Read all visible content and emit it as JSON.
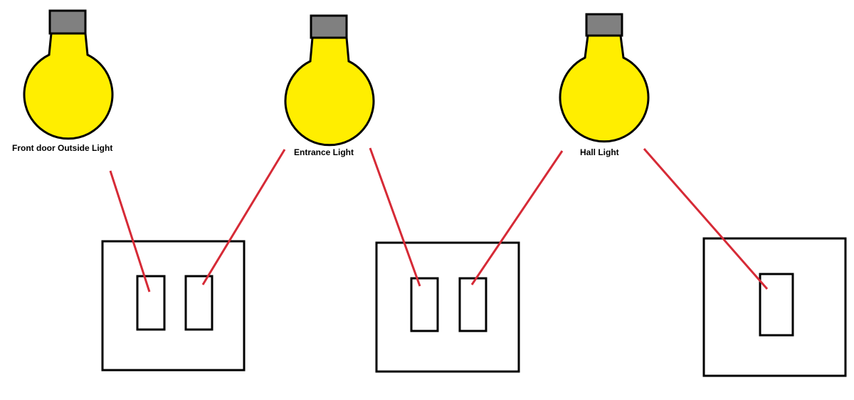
{
  "lights": [
    {
      "label": "Front door Outside Light"
    },
    {
      "label": "Entrance Light"
    },
    {
      "label": "Hall Light"
    }
  ],
  "colors": {
    "bulb_glass": "#ffee00",
    "bulb_base": "#808080",
    "outline": "#000000",
    "wire": "#d62a36",
    "background": "#ffffff"
  }
}
